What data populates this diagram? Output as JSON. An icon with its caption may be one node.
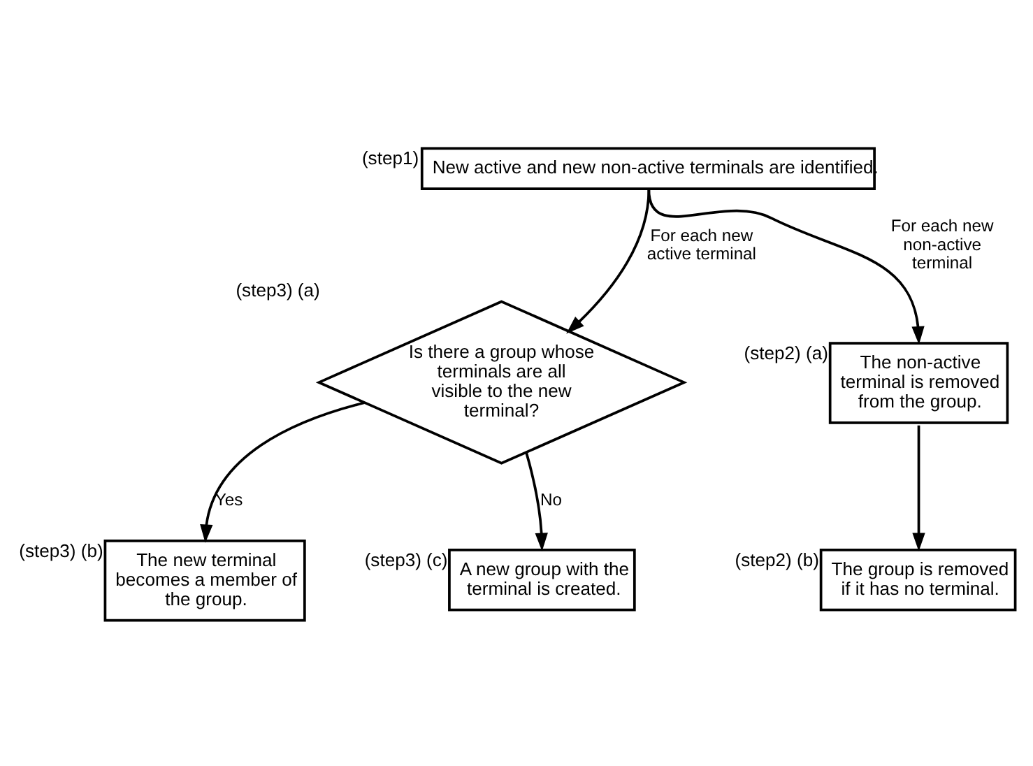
{
  "diagram": {
    "nodes": [
      {
        "text": [
          "New active and new non-active terminals are identified."
        ],
        "beside": [
          "(step1)"
        ]
      },
      {
        "text": [
          "Is there a group whose terminals are all visible to the new terminal?"
        ],
        "beside": [
          "(step3) (a)"
        ]
      },
      {
        "text": [
          "The non-active terminal is removed from the group."
        ],
        "beside": [
          "(step2) (a)"
        ]
      },
      {
        "text": [
          "The group is removed if it has no terminal."
        ],
        "beside": [
          "(step2) (b)"
        ]
      },
      {
        "text": [
          "The new terminal becomes a member of the group."
        ],
        "beside": [
          "(step3) (b)"
        ]
      },
      {
        "text": [
          "A new group with the terminal is created."
        ],
        "beside": [
          "(step3) (c)"
        ]
      }
    ],
    "edges": [
      {
        "from": 0,
        "to": 1,
        "arrow": "to",
        "label": "For each new active terminal"
      },
      {
        "from": 0,
        "to": 2,
        "arrow": "to",
        "label": "For each new non-active terminal"
      },
      {
        "from": 2,
        "to": 3,
        "arrow": "to"
      },
      {
        "from": 1,
        "to": 4,
        "arrow": "to",
        "label": "Yes"
      },
      {
        "from": 1,
        "to": 5,
        "arrow": "to",
        "label": "No"
      }
    ]
  }
}
